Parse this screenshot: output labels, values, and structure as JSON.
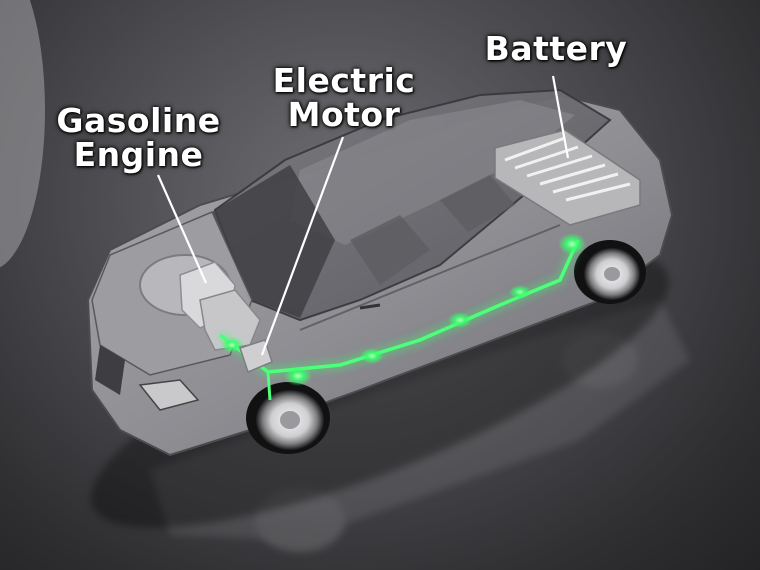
{
  "labels": {
    "gasoline_engine": [
      "Gasoline",
      "Engine"
    ],
    "electric_motor": [
      "Electric",
      "Motor"
    ],
    "battery": "Battery"
  },
  "colors": {
    "power_flow": "#39ff6a",
    "label_text": "#ffffff"
  }
}
